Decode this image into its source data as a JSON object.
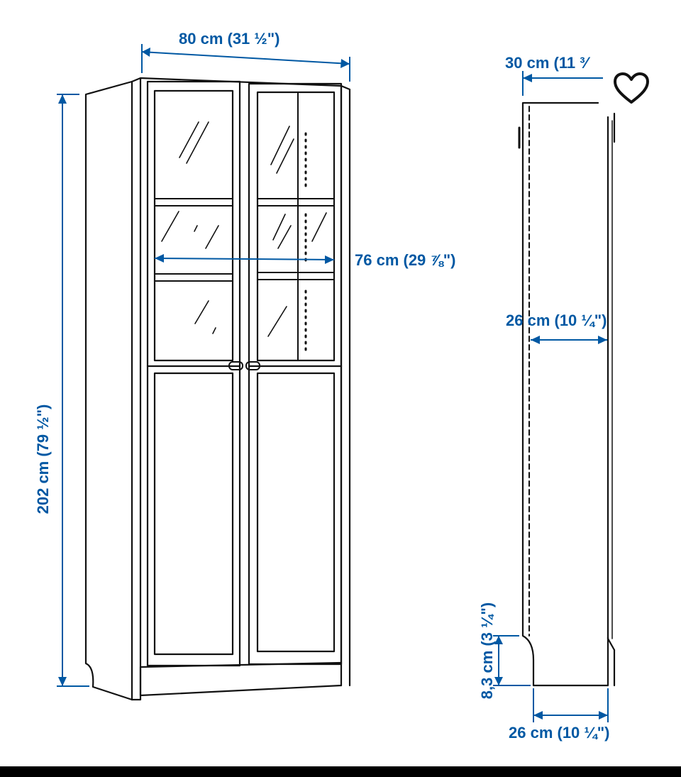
{
  "dimensions": {
    "width": "80 cm (31 ½\")",
    "depth": "30 cm (11 ³⁄",
    "inner_width": "76 cm (29 ⅞\")",
    "inner_depth": "26 cm (10 ¼\")",
    "height": "202 cm (79 ½\")",
    "plinth_height": "8,3 cm (3 ¼\")",
    "base_depth": "26 cm (10 ¼\")"
  },
  "colors": {
    "dimension": "#0058a3",
    "line": "#111111",
    "background": "#ffffff",
    "bottom_bar": "#000000"
  },
  "icons": {
    "favorite": "heart-icon"
  }
}
